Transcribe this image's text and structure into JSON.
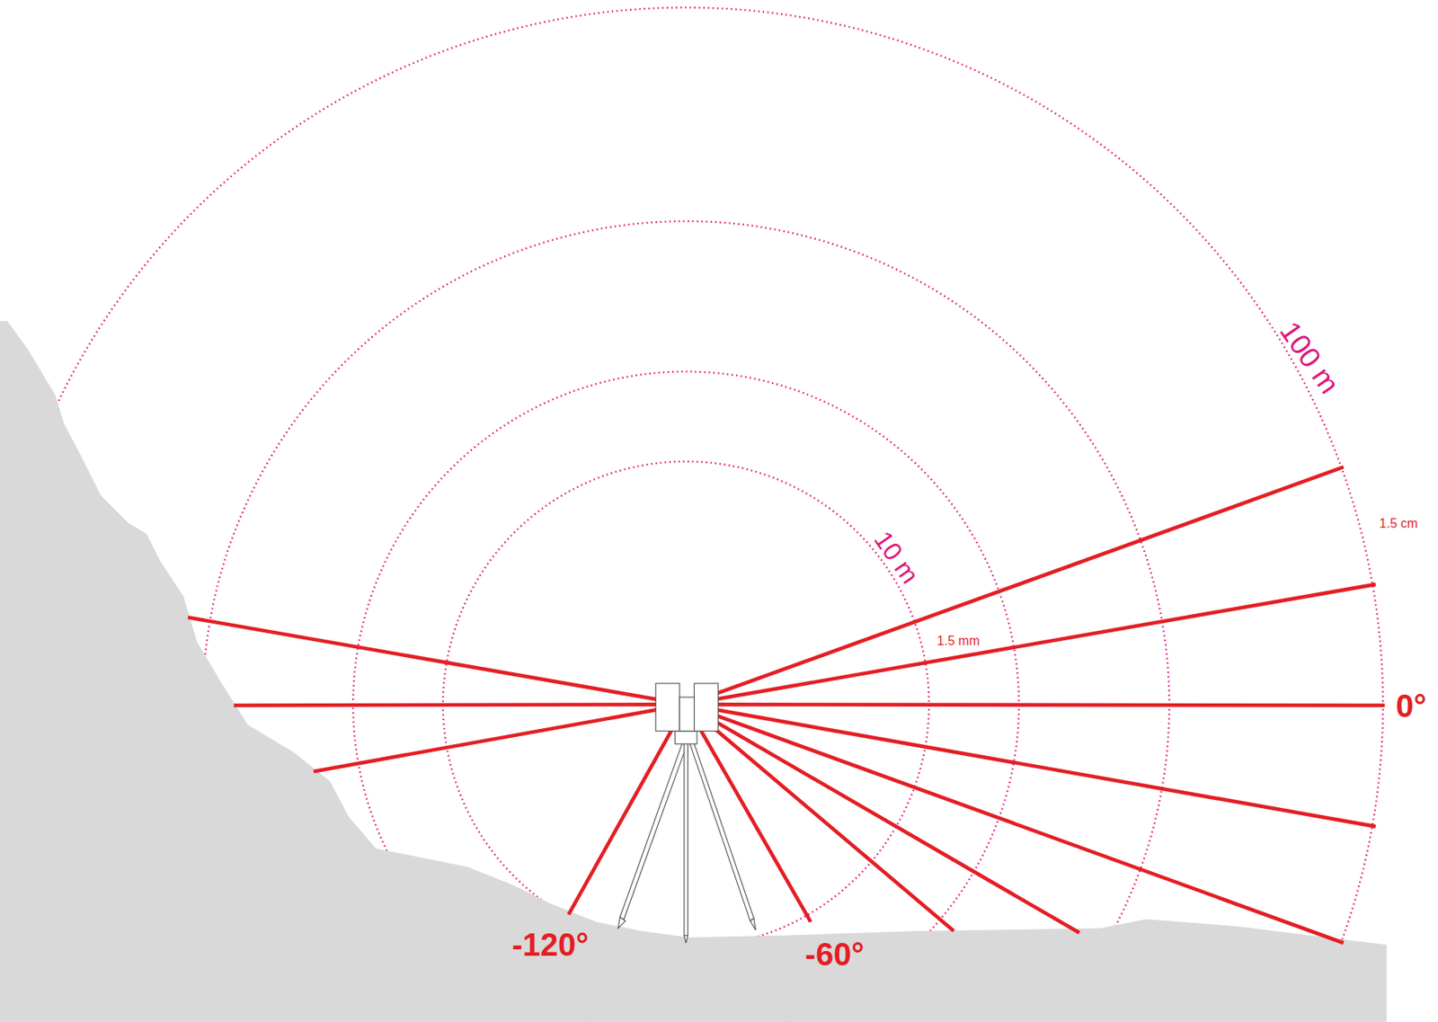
{
  "diagram": {
    "labels": [
      "100 m",
      "10 m",
      "1.5 cm",
      "1.5 mm",
      "0°",
      "-120°",
      "-60°"
    ]
  }
}
